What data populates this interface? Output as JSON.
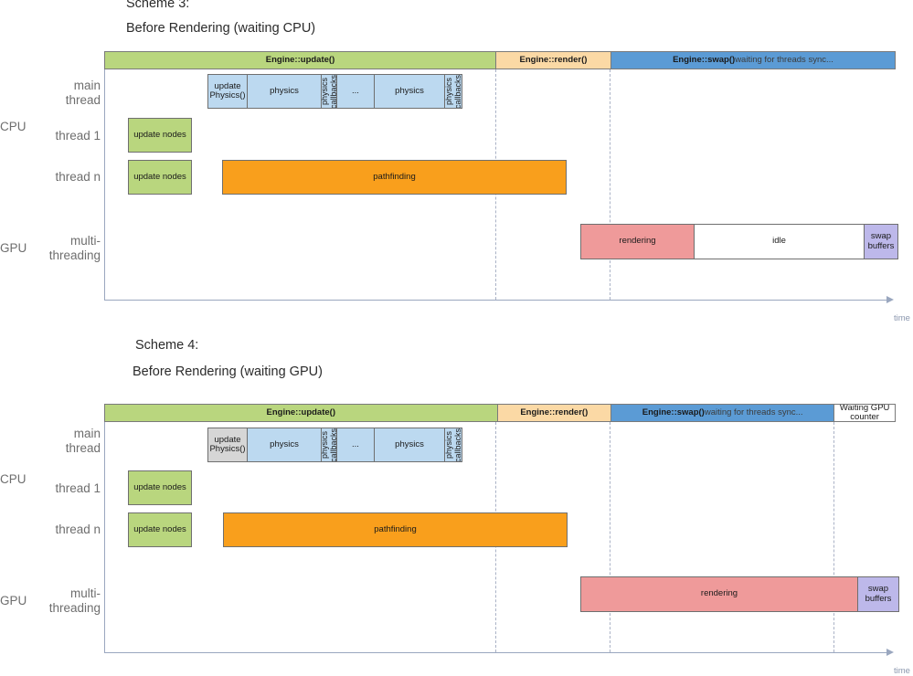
{
  "colors": {
    "update_green": "#b9d67e",
    "render_orange": "#fbd9a5",
    "swap_blue": "#5b9bd5",
    "white": "#ffffff",
    "physics_blue": "#bcd9f0",
    "physics_grey": "#d6d6d6",
    "node_green": "#b9d67e",
    "pathfinding_orange": "#f99f1c",
    "rendering_pink": "#ef9a9a",
    "idle_white": "#ffffff",
    "swapbuffers_purple": "#bdb8ea",
    "axis": "#9aa7bf",
    "dashed": "#aab2c6",
    "label_grey": "#6e6e6e"
  },
  "axis": {
    "time_label": "time"
  },
  "row_groups": [
    {
      "name": "cpu",
      "label": "CPU"
    },
    {
      "name": "gpu",
      "label": "GPU"
    }
  ],
  "row_labels": {
    "main_thread": [
      "main",
      "thread"
    ],
    "thread_1": "thread 1",
    "thread_n": "thread n",
    "multithreading": [
      "multi-",
      "threading"
    ]
  },
  "schemes": [
    {
      "id": "scheme-3",
      "title": "Scheme 3:",
      "subtitle": "Before Rendering (waiting CPU)",
      "phases": [
        {
          "name": "engine-update",
          "label": "Engine::update()",
          "suffix": "",
          "color": "#b9d67e",
          "bold": true
        },
        {
          "name": "engine-render",
          "label": "Engine::render()",
          "suffix": "",
          "color": "#fbd9a5",
          "bold": true
        },
        {
          "name": "engine-swap",
          "label": "Engine::swap()",
          "suffix": " waiting for threads sync...",
          "color": "#5b9bd5",
          "bold": true
        }
      ],
      "main_thread_cells": [
        {
          "name": "update-physics",
          "label": "update\nPhysics()",
          "color": "#bcd9f0",
          "vertical": false
        },
        {
          "name": "physics-1",
          "label": "physics",
          "color": "#bcd9f0",
          "vertical": false
        },
        {
          "name": "physics-callbacks-1",
          "label": "physics\ncallbacks",
          "color": "#bcd9f0",
          "vertical": true
        },
        {
          "name": "ellipsis",
          "label": "...",
          "color": "#bcd9f0",
          "vertical": false
        },
        {
          "name": "physics-2",
          "label": "physics",
          "color": "#bcd9f0",
          "vertical": false
        },
        {
          "name": "physics-callbacks-2",
          "label": "physics\ncallbacks",
          "color": "#bcd9f0",
          "vertical": true
        }
      ],
      "thread1_blocks": [
        {
          "name": "update-nodes",
          "label": "update nodes",
          "color": "#b9d67e"
        }
      ],
      "threadn_blocks": [
        {
          "name": "update-nodes",
          "label": "update nodes",
          "color": "#b9d67e"
        },
        {
          "name": "pathfinding",
          "label": "pathfinding",
          "color": "#f99f1c"
        }
      ],
      "gpu_cells": [
        {
          "name": "rendering",
          "label": "rendering",
          "color": "#ef9a9a"
        },
        {
          "name": "idle",
          "label": "idle",
          "color": "#ffffff"
        },
        {
          "name": "swap-buffers",
          "label": "swap\nbuffers",
          "color": "#bdb8ea"
        }
      ]
    },
    {
      "id": "scheme-4",
      "title": "Scheme 4:",
      "subtitle": "Before Rendering (waiting GPU)",
      "phases": [
        {
          "name": "engine-update",
          "label": "Engine::update()",
          "suffix": "",
          "color": "#b9d67e",
          "bold": true
        },
        {
          "name": "engine-render",
          "label": "Engine::render()",
          "suffix": "",
          "color": "#fbd9a5",
          "bold": true
        },
        {
          "name": "engine-swap",
          "label": "Engine::swap()",
          "suffix": " waiting for threads sync...",
          "color": "#5b9bd5",
          "bold": true
        },
        {
          "name": "waiting-gpu-counter",
          "label": "Waiting GPU\ncounter",
          "suffix": "",
          "color": "#ffffff",
          "bold": false
        }
      ],
      "main_thread_cells": [
        {
          "name": "update-physics",
          "label": "update\nPhysics()",
          "color": "#d6d6d6",
          "vertical": false
        },
        {
          "name": "physics-1",
          "label": "physics",
          "color": "#bcd9f0",
          "vertical": false
        },
        {
          "name": "physics-callbacks-1",
          "label": "physics\ncallbacks",
          "color": "#bcd9f0",
          "vertical": true
        },
        {
          "name": "ellipsis",
          "label": "...",
          "color": "#bcd9f0",
          "vertical": false
        },
        {
          "name": "physics-2",
          "label": "physics",
          "color": "#bcd9f0",
          "vertical": false
        },
        {
          "name": "physics-callbacks-2",
          "label": "physics\ncallbacks",
          "color": "#bcd9f0",
          "vertical": true
        }
      ],
      "thread1_blocks": [
        {
          "name": "update-nodes",
          "label": "update nodes",
          "color": "#b9d67e"
        }
      ],
      "threadn_blocks": [
        {
          "name": "update-nodes",
          "label": "update nodes",
          "color": "#b9d67e"
        },
        {
          "name": "pathfinding",
          "label": "pathfinding",
          "color": "#f99f1c"
        }
      ],
      "gpu_cells": [
        {
          "name": "rendering",
          "label": "rendering",
          "color": "#ef9a9a"
        },
        {
          "name": "swap-buffers",
          "label": "swap\nbuffers",
          "color": "#bdb8ea"
        }
      ]
    }
  ]
}
